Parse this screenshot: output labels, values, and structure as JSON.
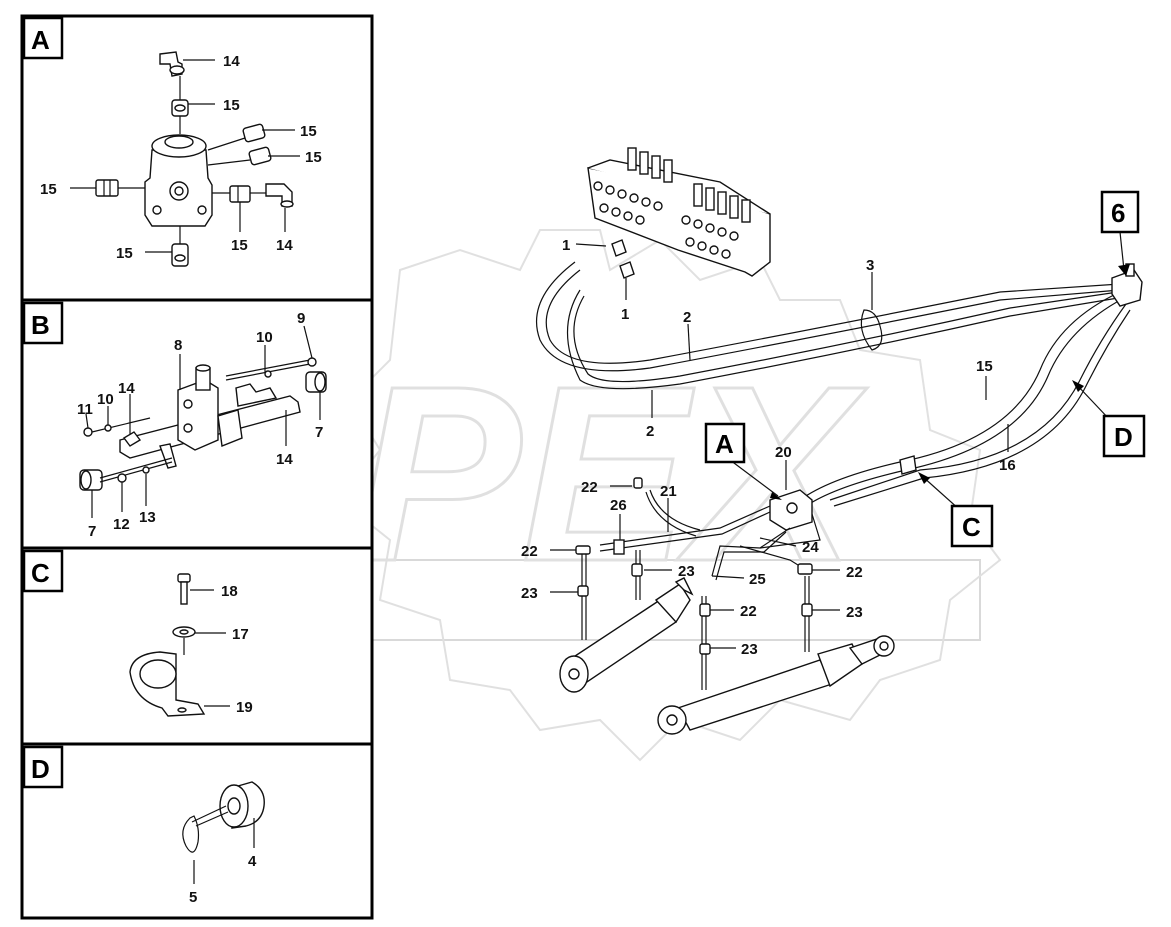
{
  "watermark": "OPEX",
  "panels": [
    {
      "letter": "A",
      "callouts": [
        "14",
        "15",
        "15",
        "15",
        "15",
        "15",
        "14",
        "15"
      ]
    },
    {
      "letter": "B",
      "callouts": [
        "8",
        "10",
        "9",
        "11",
        "10",
        "14",
        "7",
        "14",
        "7",
        "12",
        "13"
      ]
    },
    {
      "letter": "C",
      "callouts": [
        "18",
        "17",
        "19"
      ]
    },
    {
      "letter": "D",
      "callouts": [
        "4",
        "5"
      ]
    }
  ],
  "main": {
    "tags": [
      "A",
      "C",
      "D",
      "6"
    ],
    "callouts": [
      "1",
      "1",
      "3",
      "2",
      "2",
      "15",
      "16",
      "20",
      "21",
      "22",
      "26",
      "22",
      "23",
      "23",
      "24",
      "25",
      "22",
      "22",
      "23",
      "23"
    ]
  }
}
